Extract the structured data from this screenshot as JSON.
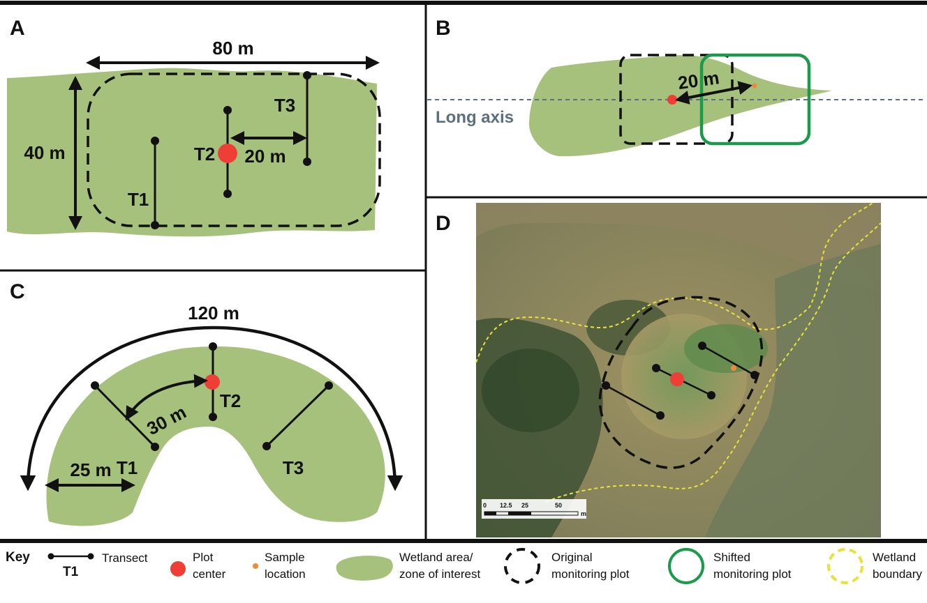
{
  "panels": {
    "a": {
      "letter": "A",
      "width_label": "80 m",
      "height_label": "40 m",
      "spacing_label": "20 m",
      "transects": [
        "T1",
        "T2",
        "T3"
      ]
    },
    "b": {
      "letter": "B",
      "shift_label": "20 m",
      "axis_label": "Long axis"
    },
    "c": {
      "letter": "C",
      "arc_label": "120 m",
      "arc_spacing_label": "30 m",
      "width_label": "25 m",
      "transects": [
        "T1",
        "T2",
        "T3"
      ]
    },
    "d": {
      "letter": "D",
      "scale_ticks": [
        "0",
        "12.5",
        "25",
        "50"
      ],
      "scale_unit": "m"
    }
  },
  "key": {
    "title": "Key",
    "transect_label": "Transect",
    "transect_example": "T1",
    "plot_center": [
      "Plot",
      "center"
    ],
    "sample_location": [
      "Sample",
      "location"
    ],
    "wetland_area": [
      "Wetland area/",
      "zone of interest"
    ],
    "original_plot": [
      "Original",
      "monitoring plot"
    ],
    "shifted_plot": [
      "Shifted",
      "monitoring plot"
    ],
    "wetland_boundary": [
      "Wetland",
      "boundary"
    ]
  },
  "colors": {
    "wetland_fill": "#a6c17b",
    "plot_center": "#ef3e36",
    "sample_location": "#f08a3a",
    "shifted_plot": "#1a9a4a",
    "wetland_boundary": "#e8e33a",
    "long_axis": "#5b6f82"
  }
}
